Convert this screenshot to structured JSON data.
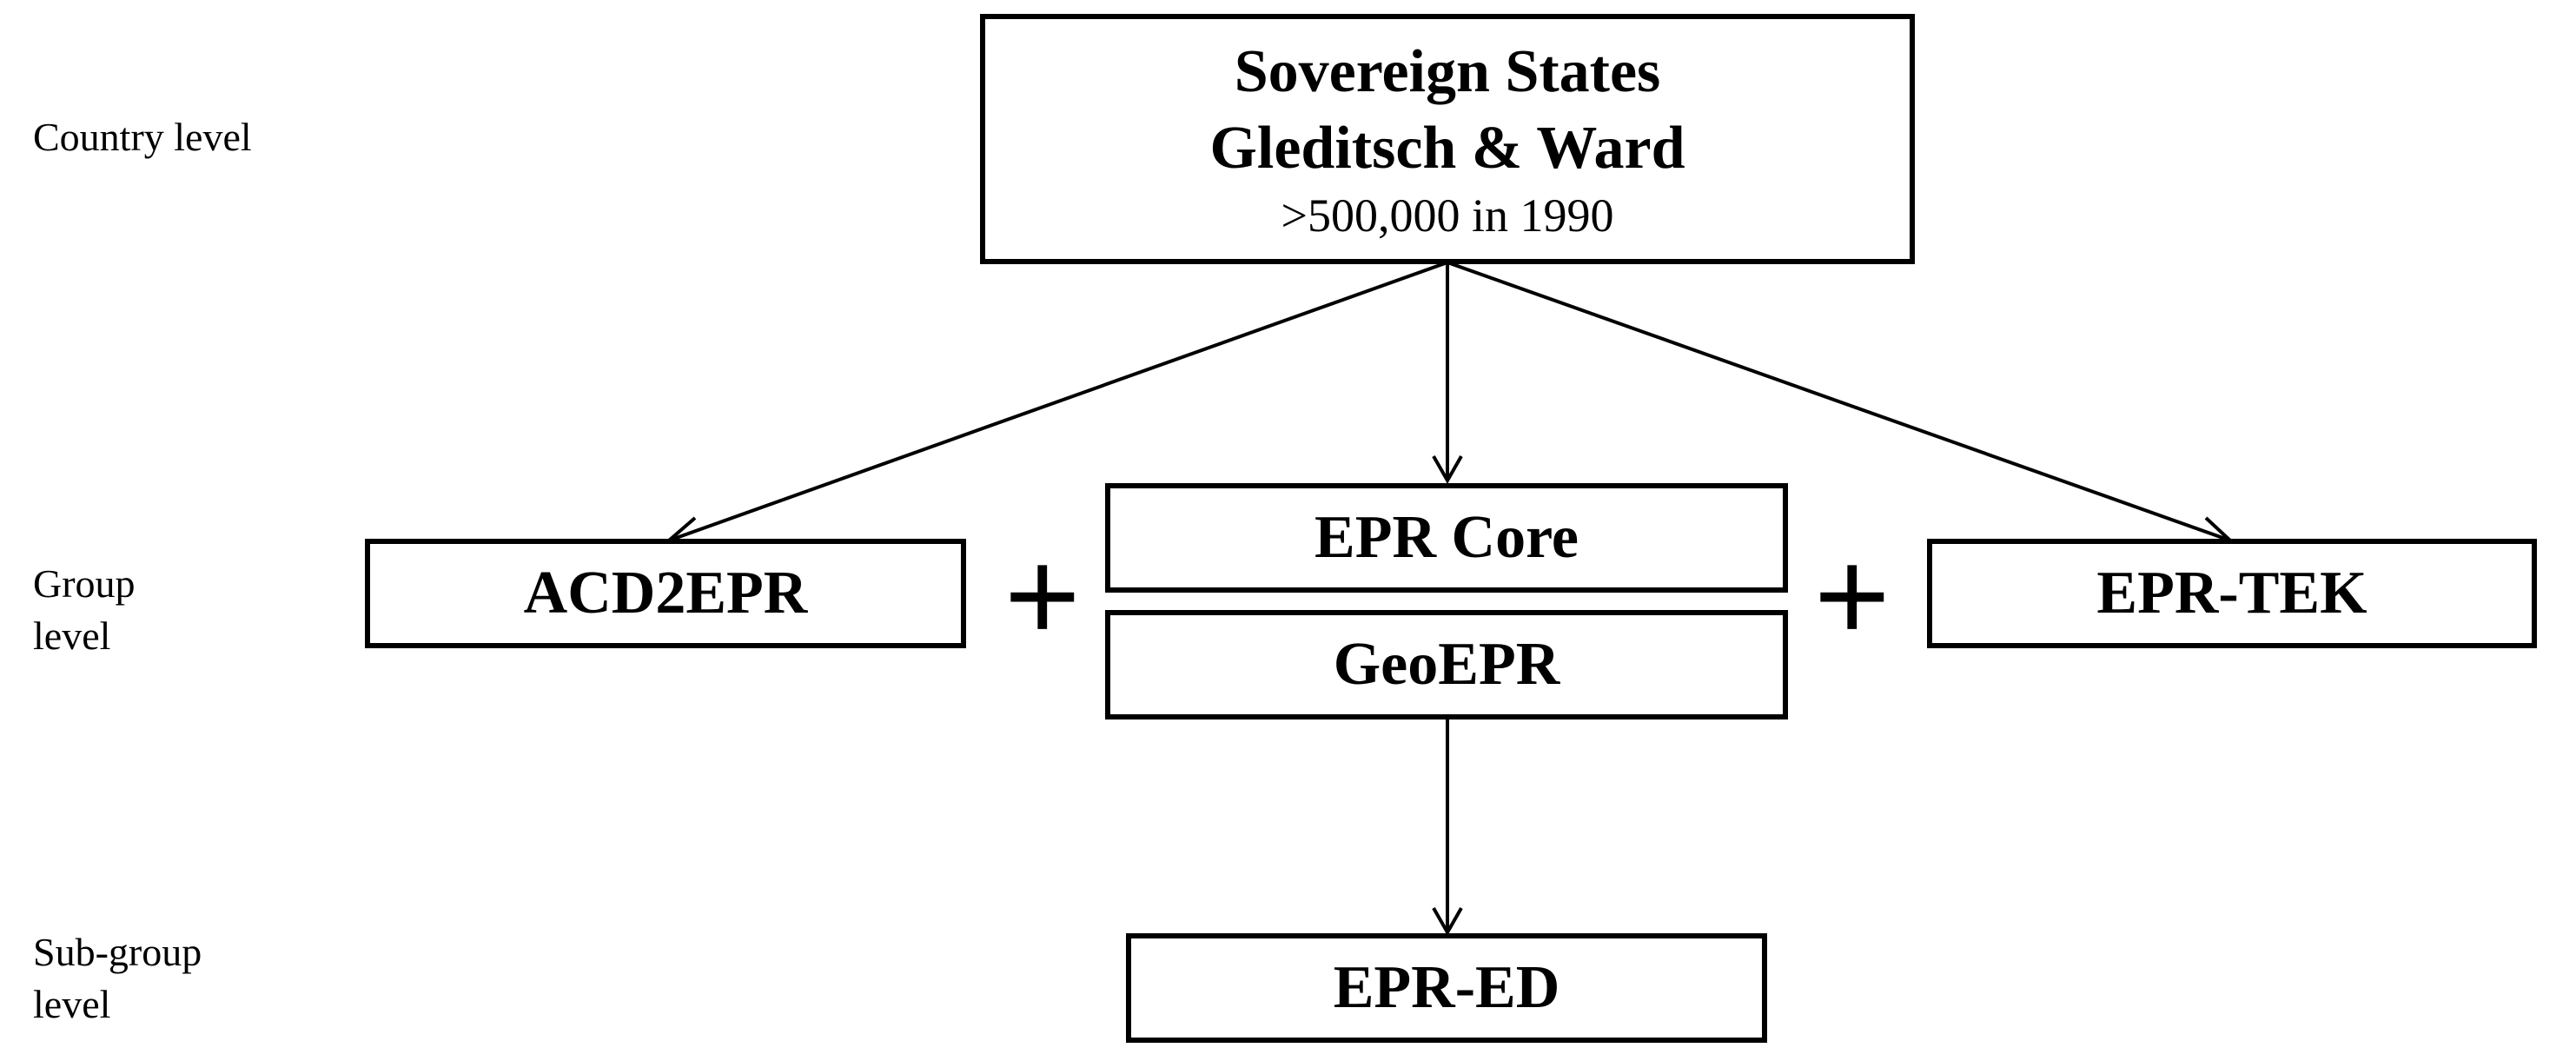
{
  "levels": {
    "country": "Country level",
    "group": "Group\nlevel",
    "subgroup": "Sub-group\nlevel"
  },
  "nodes": {
    "sovereign_title": "Sovereign States",
    "sovereign_source": "Gleditsch & Ward",
    "sovereign_criterion": ">500,000 in 1990",
    "acd2epr": "ACD2EPR",
    "epr_core": "EPR Core",
    "geoepr": "GeoEPR",
    "epr_tek": "EPR-TEK",
    "epr_ed": "EPR-ED"
  },
  "operators": {
    "plus_left": "+",
    "plus_right": "+"
  },
  "edges": [
    {
      "from": "sovereign-states",
      "to": "acd2epr"
    },
    {
      "from": "sovereign-states",
      "to": "epr-core"
    },
    {
      "from": "sovereign-states",
      "to": "epr-tek"
    },
    {
      "from": "geoepr",
      "to": "epr-ed"
    }
  ]
}
